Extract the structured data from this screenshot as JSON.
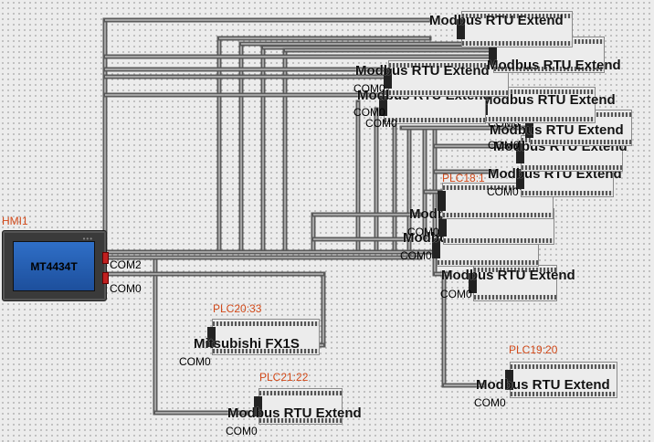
{
  "hmi": {
    "name": "HMI1",
    "model": "MT4434T",
    "ports": [
      "COM2",
      "COM0"
    ],
    "dots": "•••"
  },
  "devices": [
    {
      "id": "plc20_33",
      "station": "PLC20:33",
      "type": "Mitsubishi FX1S",
      "port": "COM0"
    },
    {
      "id": "plc21_22",
      "station": "PLC21:22",
      "type": "Modbus RTU Extend",
      "port": "COM0"
    },
    {
      "id": "plc19_20",
      "station": "PLC19:20",
      "type": "Modbus RTU Extend",
      "port": "COM0"
    },
    {
      "id": "plc_m1",
      "station": "",
      "type": "Modbus RTU Extend",
      "port": "COM0"
    },
    {
      "id": "plc_m2",
      "station": "",
      "type": "Modbus RTU Extend",
      "port": "COM0"
    },
    {
      "id": "plc_m3",
      "station": "",
      "type": "Modbus RTU Extend",
      "port": "COM0"
    },
    {
      "id": "plc_m4",
      "station": "PLC18:1",
      "type": "Modbus RTU Extend",
      "port": "COM0"
    },
    {
      "id": "plc_s1",
      "station": "",
      "type": "Modbus RTU Extend",
      "port": "COM0"
    },
    {
      "id": "plc_s2",
      "station": "",
      "type": "Modbus RTU Extend",
      "port": "COM0"
    },
    {
      "id": "plc_s3",
      "station": "",
      "type": "Modbus RTU Extend",
      "port": "COM0"
    },
    {
      "id": "plc_t1",
      "station": "",
      "type": "Modbus RTU Extend",
      "port": ""
    },
    {
      "id": "plc_t2",
      "station": "",
      "type": "Modbus RTU Extend",
      "port": ""
    },
    {
      "id": "plc_t3",
      "station": "",
      "type": "Modbus RTU Extend",
      "port": "COM0"
    },
    {
      "id": "plc_t4",
      "station": "",
      "type": "Modbus RTU Extend",
      "port": "COM0"
    },
    {
      "id": "plc_t5",
      "station": "",
      "type": "Modbus RTU Extend",
      "port": "COM0"
    }
  ],
  "colors": {
    "wire": "#5a5a5a",
    "wire_highlight": "#bdbdbd",
    "station_label": "#d24a1a",
    "port_marker": "#c02020"
  }
}
